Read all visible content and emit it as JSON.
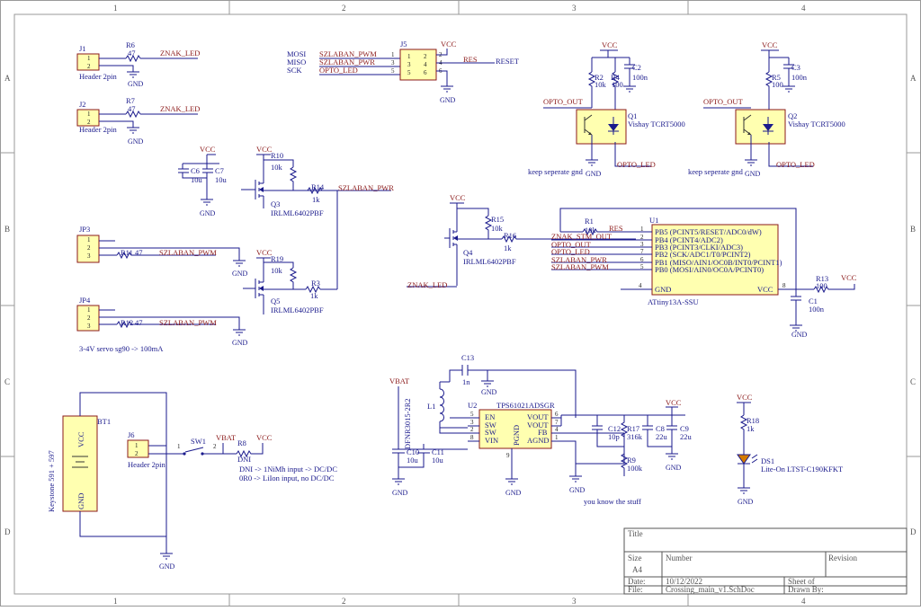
{
  "frame": {
    "cols": [
      "1",
      "2",
      "3",
      "4"
    ],
    "rows": [
      "A",
      "B",
      "C",
      "D"
    ]
  },
  "title_block": {
    "title_label": "Title",
    "size_label": "Size",
    "size": "A4",
    "number_label": "Number",
    "revision_label": "Revision",
    "date_label": "Date:",
    "date": "10/12/2022",
    "sheet_label": "Sheet   of",
    "file_label": "File:",
    "file": "Crossing_main_v1.SchDoc",
    "drawn_label": "Drawn By:"
  },
  "power": {
    "vcc": "VCC",
    "gnd": "GND",
    "vbat": "VBAT"
  },
  "nets": {
    "znak_led": "ZNAK_LED",
    "szlaban_pwr": "SZLABAN_PWR",
    "szlaban_pwm": "SZLABAN_PWM",
    "opto_out": "OPTO_OUT",
    "opto_led": "OPTO_LED",
    "res": "RES",
    "reset": "RESET",
    "znak_stm_out": "ZNAK_STM_OUT",
    "mosi": "MOSI",
    "miso": "MISO",
    "sck": "SCK"
  },
  "parts": {
    "J1": {
      "ref": "J1",
      "value": "Header 2pin"
    },
    "J2": {
      "ref": "J2",
      "value": "Header 2pin"
    },
    "JP3": {
      "ref": "JP3"
    },
    "JP4": {
      "ref": "JP4"
    },
    "J5": {
      "ref": "J5"
    },
    "J6": {
      "ref": "J6",
      "value": "Header 2pin"
    },
    "R6": {
      "ref": "R6",
      "value": "47"
    },
    "R7": {
      "ref": "R7",
      "value": "47"
    },
    "R10": {
      "ref": "R10",
      "value": "10k"
    },
    "R14": {
      "ref": "R14",
      "value": "1k"
    },
    "R11": {
      "ref": "R11",
      "value": "47"
    },
    "R19": {
      "ref": "R19",
      "value": "10k"
    },
    "R3": {
      "ref": "R3",
      "value": "1k"
    },
    "R12": {
      "ref": "R12",
      "value": "47"
    },
    "R15": {
      "ref": "R15",
      "value": "10k"
    },
    "R16": {
      "ref": "R16",
      "value": "1k"
    },
    "R1": {
      "ref": "R1",
      "value": "10k"
    },
    "R13": {
      "ref": "R13",
      "value": "100"
    },
    "R2": {
      "ref": "R2",
      "value": "10k"
    },
    "R4": {
      "ref": "R4",
      "value": "100"
    },
    "R5": {
      "ref": "R5",
      "value": "100"
    },
    "R8": {
      "ref": "R8",
      "value": "DNI"
    },
    "R17": {
      "ref": "R17",
      "value": "316k"
    },
    "R9": {
      "ref": "R9",
      "value": "100k"
    },
    "R18": {
      "ref": "R18",
      "value": "1k"
    },
    "C6": {
      "ref": "C6",
      "value": "10u"
    },
    "C7": {
      "ref": "C7",
      "value": "10u"
    },
    "C2": {
      "ref": "C2",
      "value": "100n"
    },
    "C3": {
      "ref": "C3",
      "value": "100n"
    },
    "C1": {
      "ref": "C1",
      "value": "100n"
    },
    "C13": {
      "ref": "C13",
      "value": "1n"
    },
    "C10": {
      "ref": "C10",
      "value": "10u"
    },
    "C11": {
      "ref": "C11",
      "value": "10u"
    },
    "C12": {
      "ref": "C12",
      "value": "10p"
    },
    "C8": {
      "ref": "C8",
      "value": "22u"
    },
    "C9": {
      "ref": "C9",
      "value": "22u"
    },
    "Q3": {
      "ref": "Q3",
      "value": "IRLML6402PBF"
    },
    "Q5": {
      "ref": "Q5",
      "value": "IRLML6402PBF"
    },
    "Q4": {
      "ref": "Q4",
      "value": "IRLML6402PBF"
    },
    "Q1": {
      "ref": "Q1",
      "value": "Vishay TCRT5000"
    },
    "Q2": {
      "ref": "Q2",
      "value": "Vishay TCRT5000"
    },
    "U1": {
      "ref": "U1",
      "value": "ATtiny13A-SSU"
    },
    "U2": {
      "ref": "U2",
      "value": "TPS61021ADSGR"
    },
    "L1": {
      "ref": "L1",
      "value": "DFNR3015-2R2"
    },
    "BT1": {
      "ref": "BT1",
      "value": "Keystone 591 + 597"
    },
    "SW1": {
      "ref": "SW1"
    },
    "DS1": {
      "ref": "DS1",
      "value": "Lite-On LTST-C190KFKT"
    }
  },
  "u1_pins": [
    {
      "num": "1",
      "name": "PB5 (PCINT5/RESET/ADC0/dW)"
    },
    {
      "num": "2",
      "name": "PB4 (PCINT4/ADC2)"
    },
    {
      "num": "3",
      "name": "PB3 (PCINT3/CLKI/ADC3)"
    },
    {
      "num": "7",
      "name": "PB2 (SCK/ADC1/T0/PCINT2)"
    },
    {
      "num": "6",
      "name": "PB1 (MISO/AIN1/OC0B/INT0/PCINT1)"
    },
    {
      "num": "5",
      "name": "PB0 (MOSI/AIN0/OC0A/PCINT0)"
    }
  ],
  "u1_power": {
    "gnd_pin": "4",
    "gnd": "GND",
    "vcc_pin": "8",
    "vcc": "VCC"
  },
  "u2_pins": {
    "en": "EN",
    "sw1": "SW",
    "sw2": "SW",
    "vin": "VIN",
    "pgnd": "PGND",
    "vout1": "VOUT",
    "vout2": "VOUT",
    "fb": "FB",
    "agnd": "AGND"
  },
  "bt_labels": {
    "vcc": "VCC",
    "gnd": "GND"
  },
  "notes": {
    "separate_gnd": "keep seperate gnd",
    "servo": "3-4V servo sg90 -> 100mA",
    "dni": "DNI -> 1NiMh input -> DC/DC",
    "r0": "0R0 -> LiIon input, no DC/DC",
    "stuff": "you know the stuff"
  }
}
